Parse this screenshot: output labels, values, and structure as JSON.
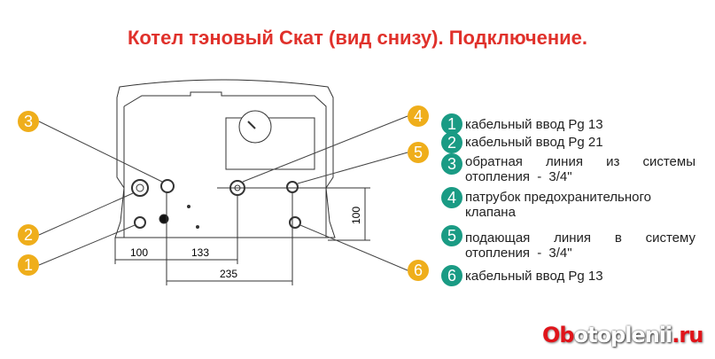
{
  "title": "Котел тэновый Скат (вид снизу). Подключение.",
  "dimensions": {
    "d1": "100",
    "d2": "133",
    "d3": "235",
    "d4": "100"
  },
  "callouts": [
    "1",
    "2",
    "3",
    "4",
    "5",
    "6"
  ],
  "legend": [
    {
      "num": "1",
      "text": "кабельный ввод Pg 13"
    },
    {
      "num": "2",
      "text": "кабельный ввод Pg 21"
    },
    {
      "num": "3",
      "text": "обратная линия из системы отопления - 3/4\""
    },
    {
      "num": "4",
      "text": "патрубок предохранительного клапана"
    },
    {
      "num": "5",
      "text": "подающая линия в систему отопления - 3/4\""
    },
    {
      "num": "6",
      "text": "кабельный ввод Pg 13"
    }
  ],
  "logo": {
    "part1": "Ob",
    "part2": "otoplenii",
    "part3": ".ru"
  },
  "colors": {
    "title": "#e0312b",
    "legend_badge": "#1a9b84",
    "callout_badge": "#efae1b"
  }
}
